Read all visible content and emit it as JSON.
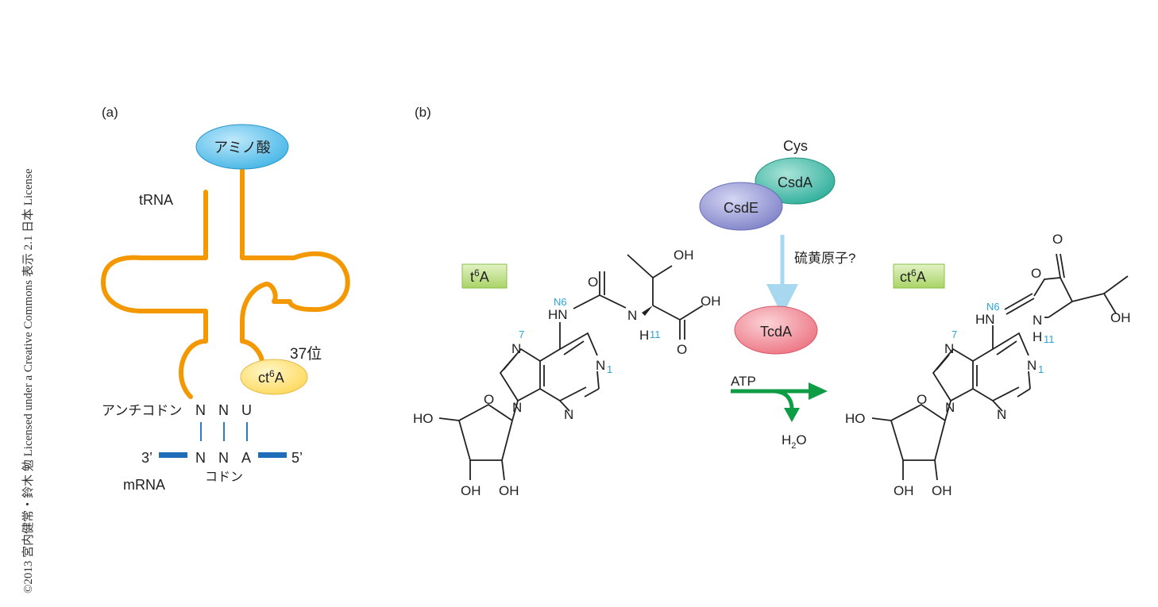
{
  "copyright": "©2013 宮内健常・鈴木 勉 Licensed under a Creative Commons 表示 2.1 日本 License",
  "panel_a": {
    "label": "(a)",
    "amino_acid": "アミノ酸",
    "trna_label": "tRNA",
    "position_label": "37位",
    "ct6a": {
      "base": "ct",
      "sup": "6",
      "tail": "A"
    },
    "anticodon_label": "アンチコドン",
    "anticodon": [
      "N",
      "N",
      "U"
    ],
    "codon": [
      "N",
      "N",
      "A"
    ],
    "three_prime": "3’",
    "five_prime": "5’",
    "codon_label": "コドン",
    "mrna_label": "mRNA"
  },
  "panel_b": {
    "label": "(b)",
    "cys": "Cys",
    "csda": "CsdA",
    "csde": "CsdE",
    "sulfur": "硫黄原子?",
    "tcda": "TcdA",
    "atp": "ATP",
    "water": {
      "h": "H",
      "sub": "2",
      "o": "O"
    },
    "t6a_box": {
      "base": "t",
      "sup": "6",
      "tail": "A"
    },
    "ct6a_box": {
      "base": "ct",
      "sup": "6",
      "tail": "A"
    },
    "atoms": {
      "N": "N",
      "O": "O",
      "HO": "HO",
      "OH": "OH",
      "H": "H",
      "HN": "HN",
      "n6": "N6",
      "n7": "7",
      "n1": "1",
      "n11": "11"
    }
  },
  "colors": {
    "trna": "#F39800",
    "amino_acid_fill": "#5BC2EB",
    "ct6a_fill": "#FFE680",
    "pairing_blue": "#2A7CC7",
    "mrna_blue": "#1F6DB8",
    "csda_fill": "#3EB9A6",
    "csde_fill": "#8B8FD0",
    "tcda_fill": "#F17E8C",
    "arrow_lightblue": "#A8D8F0",
    "arrow_green": "#0E9C45",
    "label_box_fill": "#B9DC7A",
    "atom_number_blue": "#2AA3D8"
  }
}
